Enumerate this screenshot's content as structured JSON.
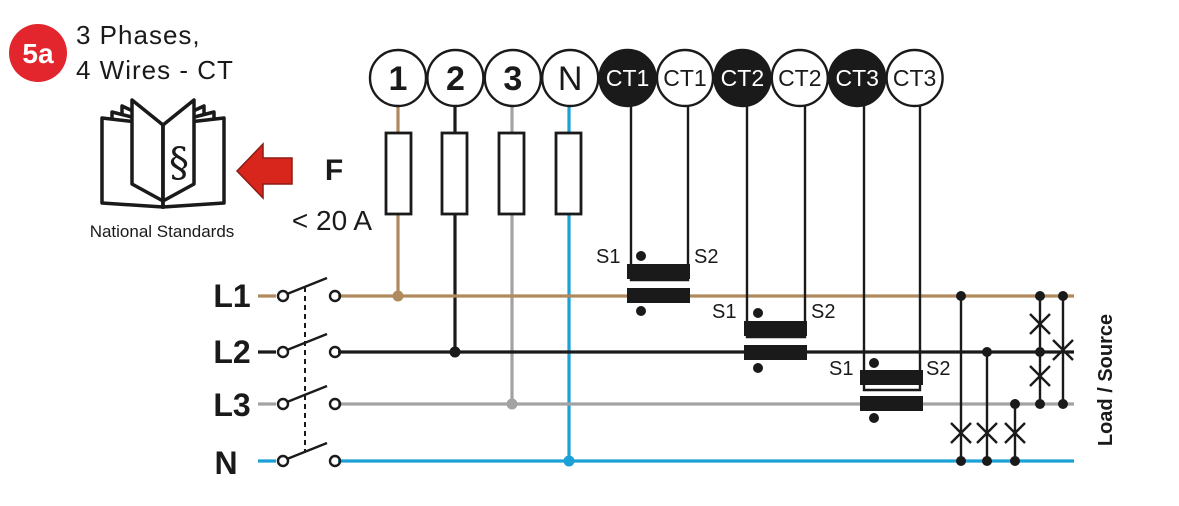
{
  "badge": {
    "text": "5a",
    "color": "#e3262d"
  },
  "title": {
    "line1": "3 Phases,",
    "line2": "4 Wires - CT"
  },
  "standards": {
    "icon": "law-book-icon",
    "label": "National Standards",
    "arrow_color": "#d9261c"
  },
  "fuse": {
    "label": "F",
    "rating": "< 20 A"
  },
  "terminals": [
    {
      "label": "1",
      "style": "white"
    },
    {
      "label": "2",
      "style": "white"
    },
    {
      "label": "3",
      "style": "white"
    },
    {
      "label": "N",
      "style": "white"
    },
    {
      "label": "CT1",
      "style": "black"
    },
    {
      "label": "CT1",
      "style": "white"
    },
    {
      "label": "CT2",
      "style": "black"
    },
    {
      "label": "CT2",
      "style": "white"
    },
    {
      "label": "CT3",
      "style": "black"
    },
    {
      "label": "CT3",
      "style": "white"
    }
  ],
  "lines": [
    {
      "label": "L1",
      "color": "#b08a5e"
    },
    {
      "label": "L2",
      "color": "#1a1a1a"
    },
    {
      "label": "L3",
      "color": "#a3a3a3"
    },
    {
      "label": "N",
      "color": "#1ba1d6"
    }
  ],
  "ct_labels": {
    "s1": "S1",
    "s2": "S2"
  },
  "load_label": "Load / Source"
}
